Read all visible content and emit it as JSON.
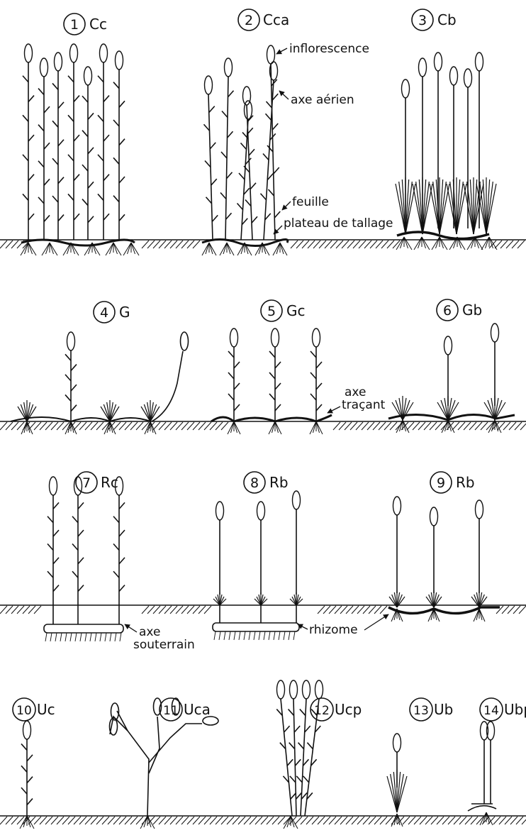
{
  "panels": [
    {
      "num": "1",
      "code": "Cc"
    },
    {
      "num": "2",
      "code": "Cca"
    },
    {
      "num": "3",
      "code": "Cb"
    },
    {
      "num": "4",
      "code": "G"
    },
    {
      "num": "5",
      "code": "Gc"
    },
    {
      "num": "6",
      "code": "Gb"
    },
    {
      "num": "7",
      "code": "Rc"
    },
    {
      "num": "8",
      "code": "Rb"
    },
    {
      "num": "9",
      "code": "Rb"
    },
    {
      "num": "10",
      "code": "Uc"
    },
    {
      "num": "11",
      "code": "Uca"
    },
    {
      "num": "12",
      "code": "Ucp"
    },
    {
      "num": "13",
      "code": "Ub"
    },
    {
      "num": "14",
      "code": "Ubp"
    }
  ],
  "annotations": {
    "inflorescence": "inflorescence",
    "axe_aerien": "axe aérien",
    "feuille": "feuille",
    "plateau_de_tallage": "plateau de tallage",
    "axe_tracant_1": "axe",
    "axe_tracant_2": "traçant",
    "axe_souterrain_1": "axe",
    "axe_souterrain_2": "souterrain",
    "rhizome": "rhizome"
  },
  "style": {
    "ink": "#111111",
    "background": "#ffffff"
  }
}
